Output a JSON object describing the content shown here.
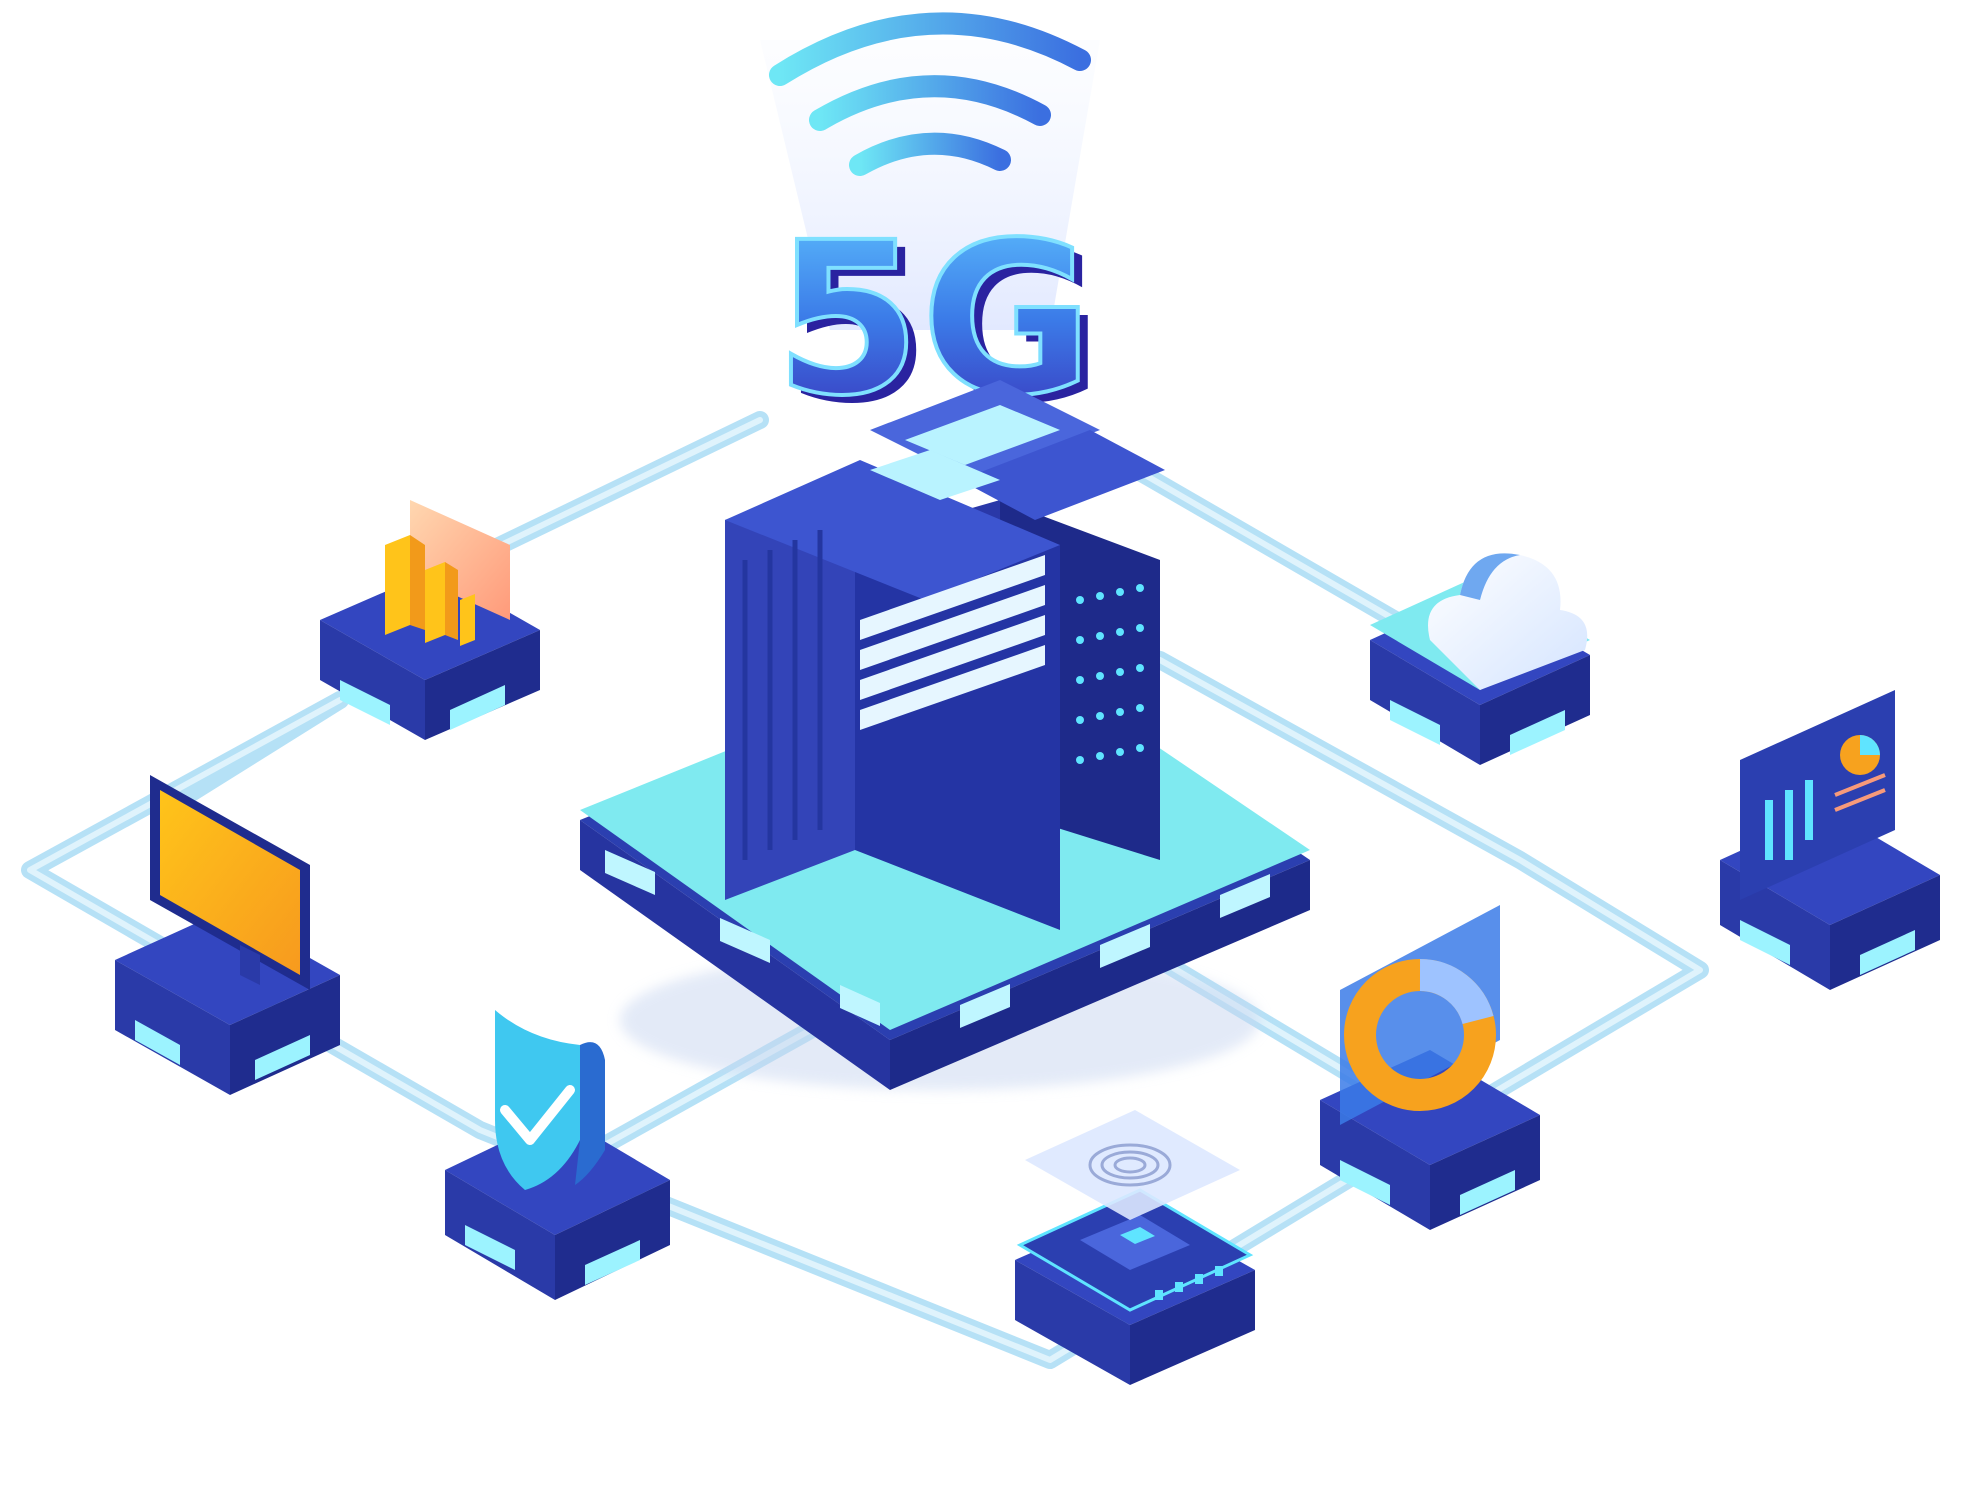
{
  "badge": {
    "text": "5G"
  },
  "colors": {
    "background": "#ffffff",
    "network_line": "#8fd0f2",
    "platform_top": "#7feaf0",
    "platform_side": "#2b3fb0",
    "server_front": "#3344b8",
    "server_side": "#1e2a8a",
    "accent_orange": "#f7a21e",
    "accent_yellow": "#ffc41a",
    "accent_cyan": "#5fe4ff",
    "badge_blue": "#3b7be8"
  },
  "nodes": [
    {
      "id": "bar-chart-node",
      "icon": "bar-chart-icon"
    },
    {
      "id": "monitor-dashboard-node",
      "icon": "monitor-icon"
    },
    {
      "id": "security-shield-node",
      "icon": "shield-check-icon"
    },
    {
      "id": "fingerprint-chip-node",
      "icon": "fingerprint-chip-icon"
    },
    {
      "id": "donut-chart-node",
      "icon": "donut-chart-icon"
    },
    {
      "id": "analytics-screen-node",
      "icon": "analytics-icon"
    },
    {
      "id": "cloud-node",
      "icon": "cloud-icon"
    }
  ],
  "center": {
    "icon": "server-rack-icon"
  },
  "signal": {
    "icon": "wifi-signal-icon"
  }
}
